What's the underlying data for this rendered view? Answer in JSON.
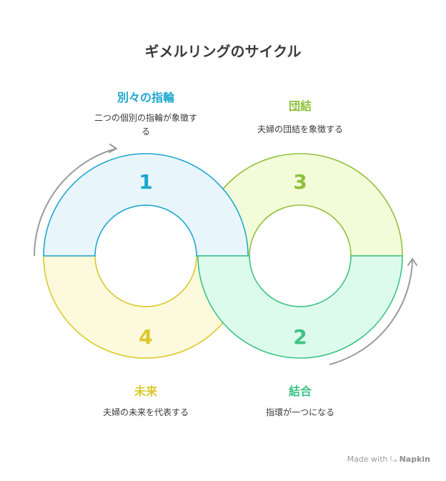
{
  "title": "ギメルリングのサイクル",
  "stages": [
    {
      "number": "1",
      "label": "別々の指輪",
      "description_line1": "二つの個別の指輪が象徴す",
      "description_line2": "る",
      "color": "#1ea7cf",
      "fill": "#e8f6fc"
    },
    {
      "number": "2",
      "label": "結合",
      "description_line1": "指環が一つになる",
      "description_line2": "",
      "color": "#3cc383",
      "fill": "#ddfbec"
    },
    {
      "number": "3",
      "label": "団結",
      "description_line1": "夫婦の団結を象徴する",
      "description_line2": "",
      "color": "#8fc03a",
      "fill": "#f3fcd9"
    },
    {
      "number": "4",
      "label": "未来",
      "description_line1": "夫婦の未来を代表する",
      "description_line2": "",
      "color": "#d9c92a",
      "fill": "#fdf9dc"
    }
  ],
  "arrow_color": "#9a9a9a",
  "credit": {
    "made_with": "Made with",
    "brand": "Napkin"
  }
}
